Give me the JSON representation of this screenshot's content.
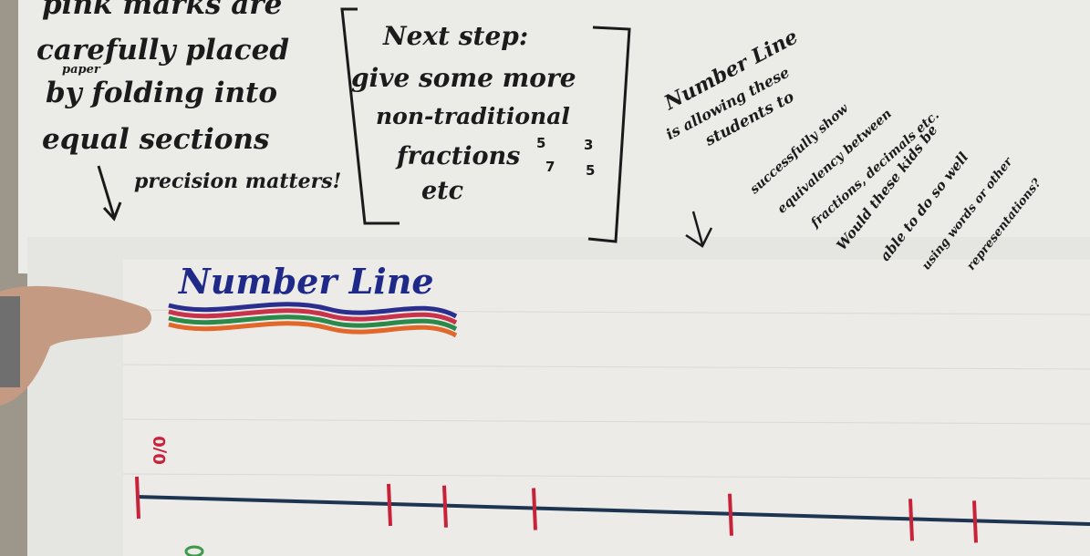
{
  "left_note": {
    "lines": [
      "pink marks are",
      "carefully placed",
      "by folding into",
      "equal sections"
    ],
    "insert": "paper",
    "arrow_note": "precision matters!"
  },
  "bracket_note": {
    "lines": [
      "Next step:",
      "give some more",
      "non-traditional",
      "fractions",
      "etc"
    ],
    "fraction_1": {
      "num": "5",
      "den": "7"
    },
    "fraction_2": {
      "num": "3",
      "den": "5"
    }
  },
  "right_note": {
    "lines": [
      "Number Line",
      "is allowing these",
      "students to",
      "successfully show",
      "equivalency between",
      "fractions, decimals etc.",
      "Would these kids be",
      "able to do so well",
      "using words or other",
      "representations?"
    ]
  },
  "poster": {
    "title": "Number Line",
    "zero_label": "0/0",
    "underline_colors": [
      "#2a2f8f",
      "#c8324a",
      "#2b8a4a",
      "#e2672a"
    ],
    "line_color": "#1d3550",
    "mark_color": "#c8213a",
    "tick_count": 7
  }
}
